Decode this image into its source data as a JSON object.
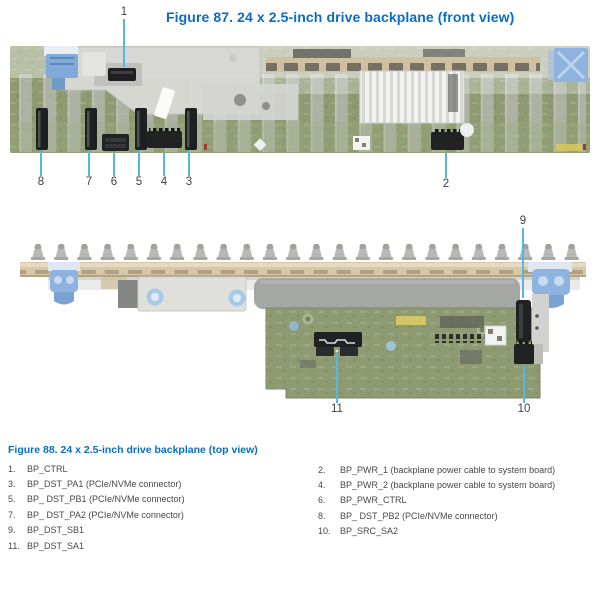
{
  "figure_front": {
    "title": "Figure 87. 24 x 2.5-inch drive backplane (front view)",
    "callouts": {
      "1": "1",
      "2": "2",
      "3": "3",
      "4": "4",
      "5": "5",
      "6": "6",
      "7": "7",
      "8": "8"
    }
  },
  "figure_top": {
    "caption": "Figure 88. 24 x 2.5-inch drive backplane (top view)",
    "callouts": {
      "9": "9",
      "10": "10",
      "11": "11"
    }
  },
  "legend": {
    "left": [
      {
        "num": "1.",
        "label": "BP_CTRL"
      },
      {
        "num": "3.",
        "label": "BP_DST_PA1 (PCIe/NVMe connector)"
      },
      {
        "num": "5.",
        "label": "BP_ DST_PB1 (PCIe/NVMe connector)"
      },
      {
        "num": "7.",
        "label": "BP_ DST_PA2 (PCIe/NVMe connector)"
      },
      {
        "num": "9.",
        "label": "BP_DST_SB1"
      },
      {
        "num": "11.",
        "label": "BP_DST_SA1"
      }
    ],
    "right": [
      {
        "num": "2.",
        "label": "BP_PWR_1 (backplane power cable to system board)"
      },
      {
        "num": "4.",
        "label": "BP_PWR_2 (backplane power cable to system board)"
      },
      {
        "num": "6.",
        "label": "BP_PWR_CTRL"
      },
      {
        "num": "8.",
        "label": "BP_ DST_PB2 (PCIe/NVMe connector)"
      },
      {
        "num": "10.",
        "label": "BP_SRC_SA2"
      }
    ]
  },
  "colors": {
    "accent_blue": "#0a6dc3",
    "callout_line": "#55b7e8",
    "pcb_green": "#8d9a72",
    "latch_blue": "#8db3de",
    "text": "#46484a"
  }
}
